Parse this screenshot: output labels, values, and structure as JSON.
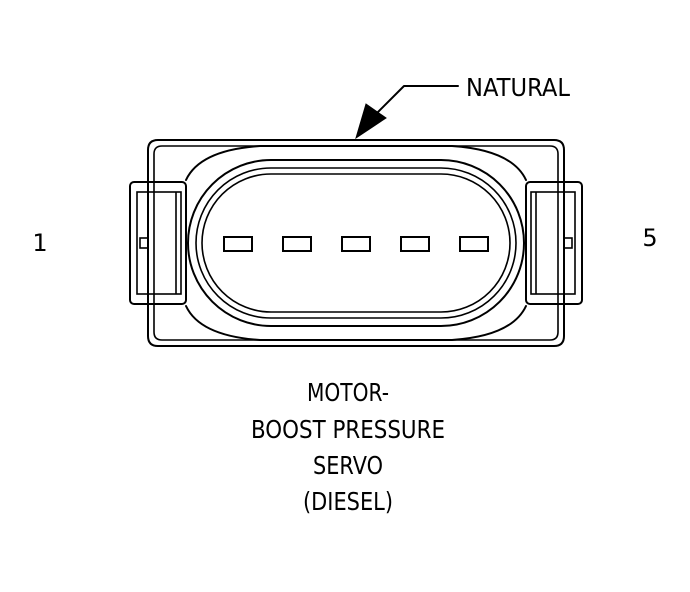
{
  "callout": {
    "label": "NATURAL"
  },
  "pins": {
    "left_label": "1",
    "right_label": "5",
    "count": 5
  },
  "caption": {
    "lines": [
      "MOTOR-",
      "BOOST PRESSURE",
      "SERVO",
      "(DIESEL)"
    ]
  }
}
